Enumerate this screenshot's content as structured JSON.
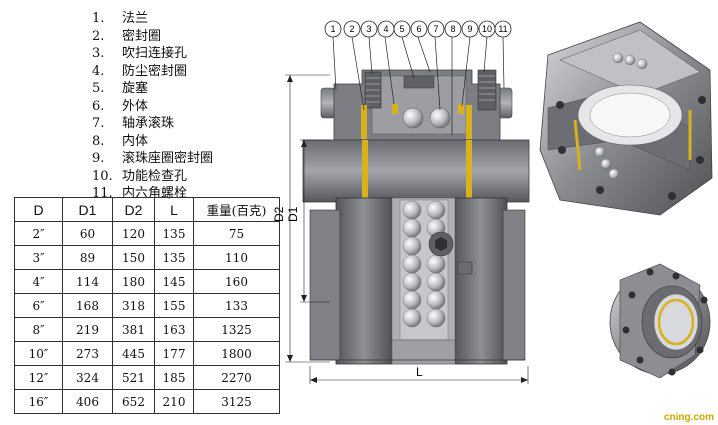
{
  "parts": [
    {
      "num": "1.",
      "name": "法兰"
    },
    {
      "num": "2.",
      "name": "密封圈"
    },
    {
      "num": "3.",
      "name": "吹扫连接孔"
    },
    {
      "num": "4.",
      "name": "防尘密封圈"
    },
    {
      "num": "5.",
      "name": "旋塞"
    },
    {
      "num": "6.",
      "name": "外体"
    },
    {
      "num": "7.",
      "name": "轴承滚珠"
    },
    {
      "num": "8.",
      "name": "内体"
    },
    {
      "num": "9.",
      "name": "滚珠座圈密封圈"
    },
    {
      "num": "10.",
      "name": "功能检查孔"
    },
    {
      "num": "11.",
      "name": "内六角螺栓"
    }
  ],
  "table": {
    "headers": [
      "D",
      "D1",
      "D2",
      "L",
      "重量(百克)"
    ],
    "rows": [
      [
        "2″",
        "60",
        "120",
        "135",
        "75"
      ],
      [
        "3″",
        "89",
        "150",
        "135",
        "110"
      ],
      [
        "4″",
        "114",
        "180",
        "145",
        "160"
      ],
      [
        "6″",
        "168",
        "318",
        "155",
        "133"
      ],
      [
        "8″",
        "219",
        "381",
        "163",
        "1325"
      ],
      [
        "10″",
        "273",
        "445",
        "177",
        "1800"
      ],
      [
        "12″",
        "324",
        "521",
        "185",
        "2270"
      ],
      [
        "16″",
        "406",
        "652",
        "210",
        "3125"
      ]
    ]
  },
  "callouts": [
    "1",
    "2",
    "3",
    "4",
    "5",
    "6",
    "7",
    "8",
    "9",
    "10",
    "11"
  ],
  "dims": {
    "d2": "D2",
    "d1": "D1",
    "l": "L"
  },
  "watermark": "cning.com",
  "colors": {
    "metal_dark": "#5f6166",
    "metal_mid": "#8d8f94",
    "metal_light": "#c9cace",
    "accent": "#d7b21e"
  }
}
